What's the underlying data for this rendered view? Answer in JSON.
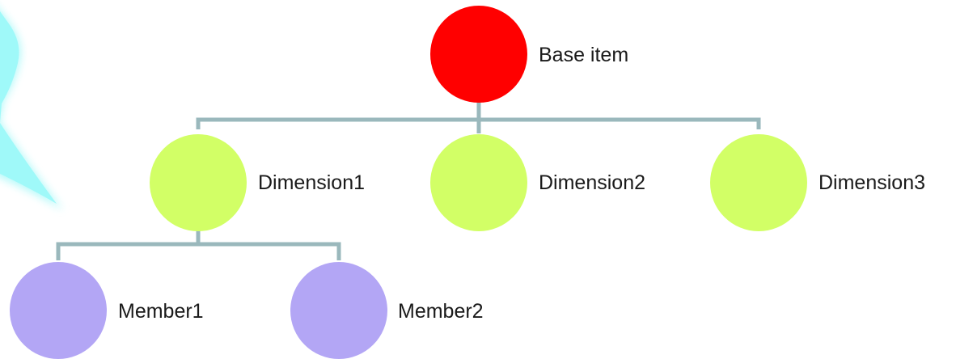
{
  "colors": {
    "base": "#ff0000",
    "dimension": "#d2ff66",
    "member": "#b3a6f5",
    "connector": "#9ab8bc",
    "callout_glow": "#7ff5f5"
  },
  "nodes": {
    "base": {
      "label": "Base item"
    },
    "dimension1": {
      "label": "Dimension1"
    },
    "dimension2": {
      "label": "Dimension2"
    },
    "dimension3": {
      "label": "Dimension3"
    },
    "member1": {
      "label": "Member1"
    },
    "member2": {
      "label": "Member2"
    }
  }
}
